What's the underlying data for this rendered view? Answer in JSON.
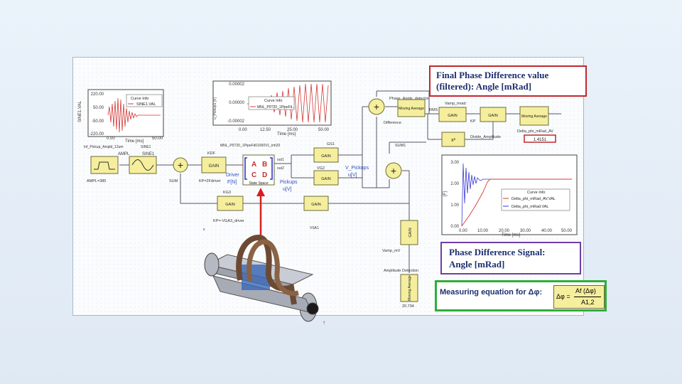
{
  "callouts": {
    "final_phase_line1": "Final Phase Difference value",
    "final_phase_line2": "(filtered): Angle [mRad]",
    "phase_signal_line1": "Phase Difference Signal:",
    "phase_signal_line2": "Angle [mRad]",
    "measuring_label": "Measuring equation for Δφ:",
    "eq_lhs": "Δφ =",
    "eq_num": "Af (Δφ)",
    "eq_den": "A1,2"
  },
  "plots": {
    "sine": {
      "ylabel": "SINE1.VAL",
      "yticks": [
        "220.00",
        "50.00",
        "-50.00",
        "-220.00"
      ],
      "xticks": [
        "0.00",
        "50.00"
      ],
      "xlabel": "Time [ms]",
      "legend_title": "Curve Info",
      "legend_entry": "SINE1.VAL",
      "caption": "Inf_Pickup_Ampld_12um",
      "caption2": "SINE1"
    },
    "pickup": {
      "ylabel": "u_Pickup1 [V]",
      "yticks": [
        "0.00002",
        "0.00000",
        "-0.00002"
      ],
      "xticks": [
        "0.00",
        "12.50",
        "25.00",
        "50.00"
      ],
      "xlabel": "Time [ms]",
      "legend_title": "Curve Info",
      "legend_entry": "MNL_P0T20_1PipeFit...",
      "caption": "MNL_P0T20_1PipeFit01000V1_inh20"
    },
    "phase": {
      "ylabel": "[F]",
      "yticks": [
        "3.00",
        "2.00",
        "1.00",
        "0.00"
      ],
      "xticks": [
        "0.00",
        "10.00",
        "20.00",
        "30.00",
        "40.00",
        "50.00"
      ],
      "xlabel": "Time [ms]",
      "legend_title": "Curve Info",
      "legend_entry1": "Delta_phi_mRad_AV.VAL",
      "legend_entry2": "Delta_phi_mRad.VAL"
    }
  },
  "blocks": {
    "gain": "GAIN",
    "moving_average": "Moving Average",
    "state_space": "State Space",
    "matrix": [
      "A",
      "B",
      "C",
      "D"
    ],
    "sum": "+",
    "square": "x²"
  },
  "labels": {
    "ampl": "AMPL",
    "sine1": "SINE1",
    "ampl_val": "AMPL=385",
    "sum": "SUM",
    "kdf": "KDF",
    "kp_driver": "KP=2Fdriver",
    "driver": "Driver",
    "fn": "F[N]",
    "pickups_out": "Pickups",
    "u_v": "u[V]",
    "v_pickups": "V_Pickups",
    "u_v2": "u[V]",
    "out1": "out1",
    "out2": "out2",
    "gs1": "GS1",
    "gs2": "VG2",
    "sum1": "SUM1",
    "phase_detector": "Phase_Angle_detector",
    "difference": "Difference",
    "rms": "RMS",
    "vamp_mrad": "Vamp_mrad",
    "kp": "KP",
    "divide": "Divide_Amplitude",
    "delta_av": "Delta_phi_mRad_AV",
    "delta_value": "1.4151",
    "kp_vga": "KP=-VGA3_driver",
    "vamp_mv": "Vamp_mV",
    "amplitude_detection": "Amplitude Detection",
    "amp_value": "20.794",
    "kgd": "KG3",
    "ks": "K",
    "vsa1": "VSA1"
  }
}
